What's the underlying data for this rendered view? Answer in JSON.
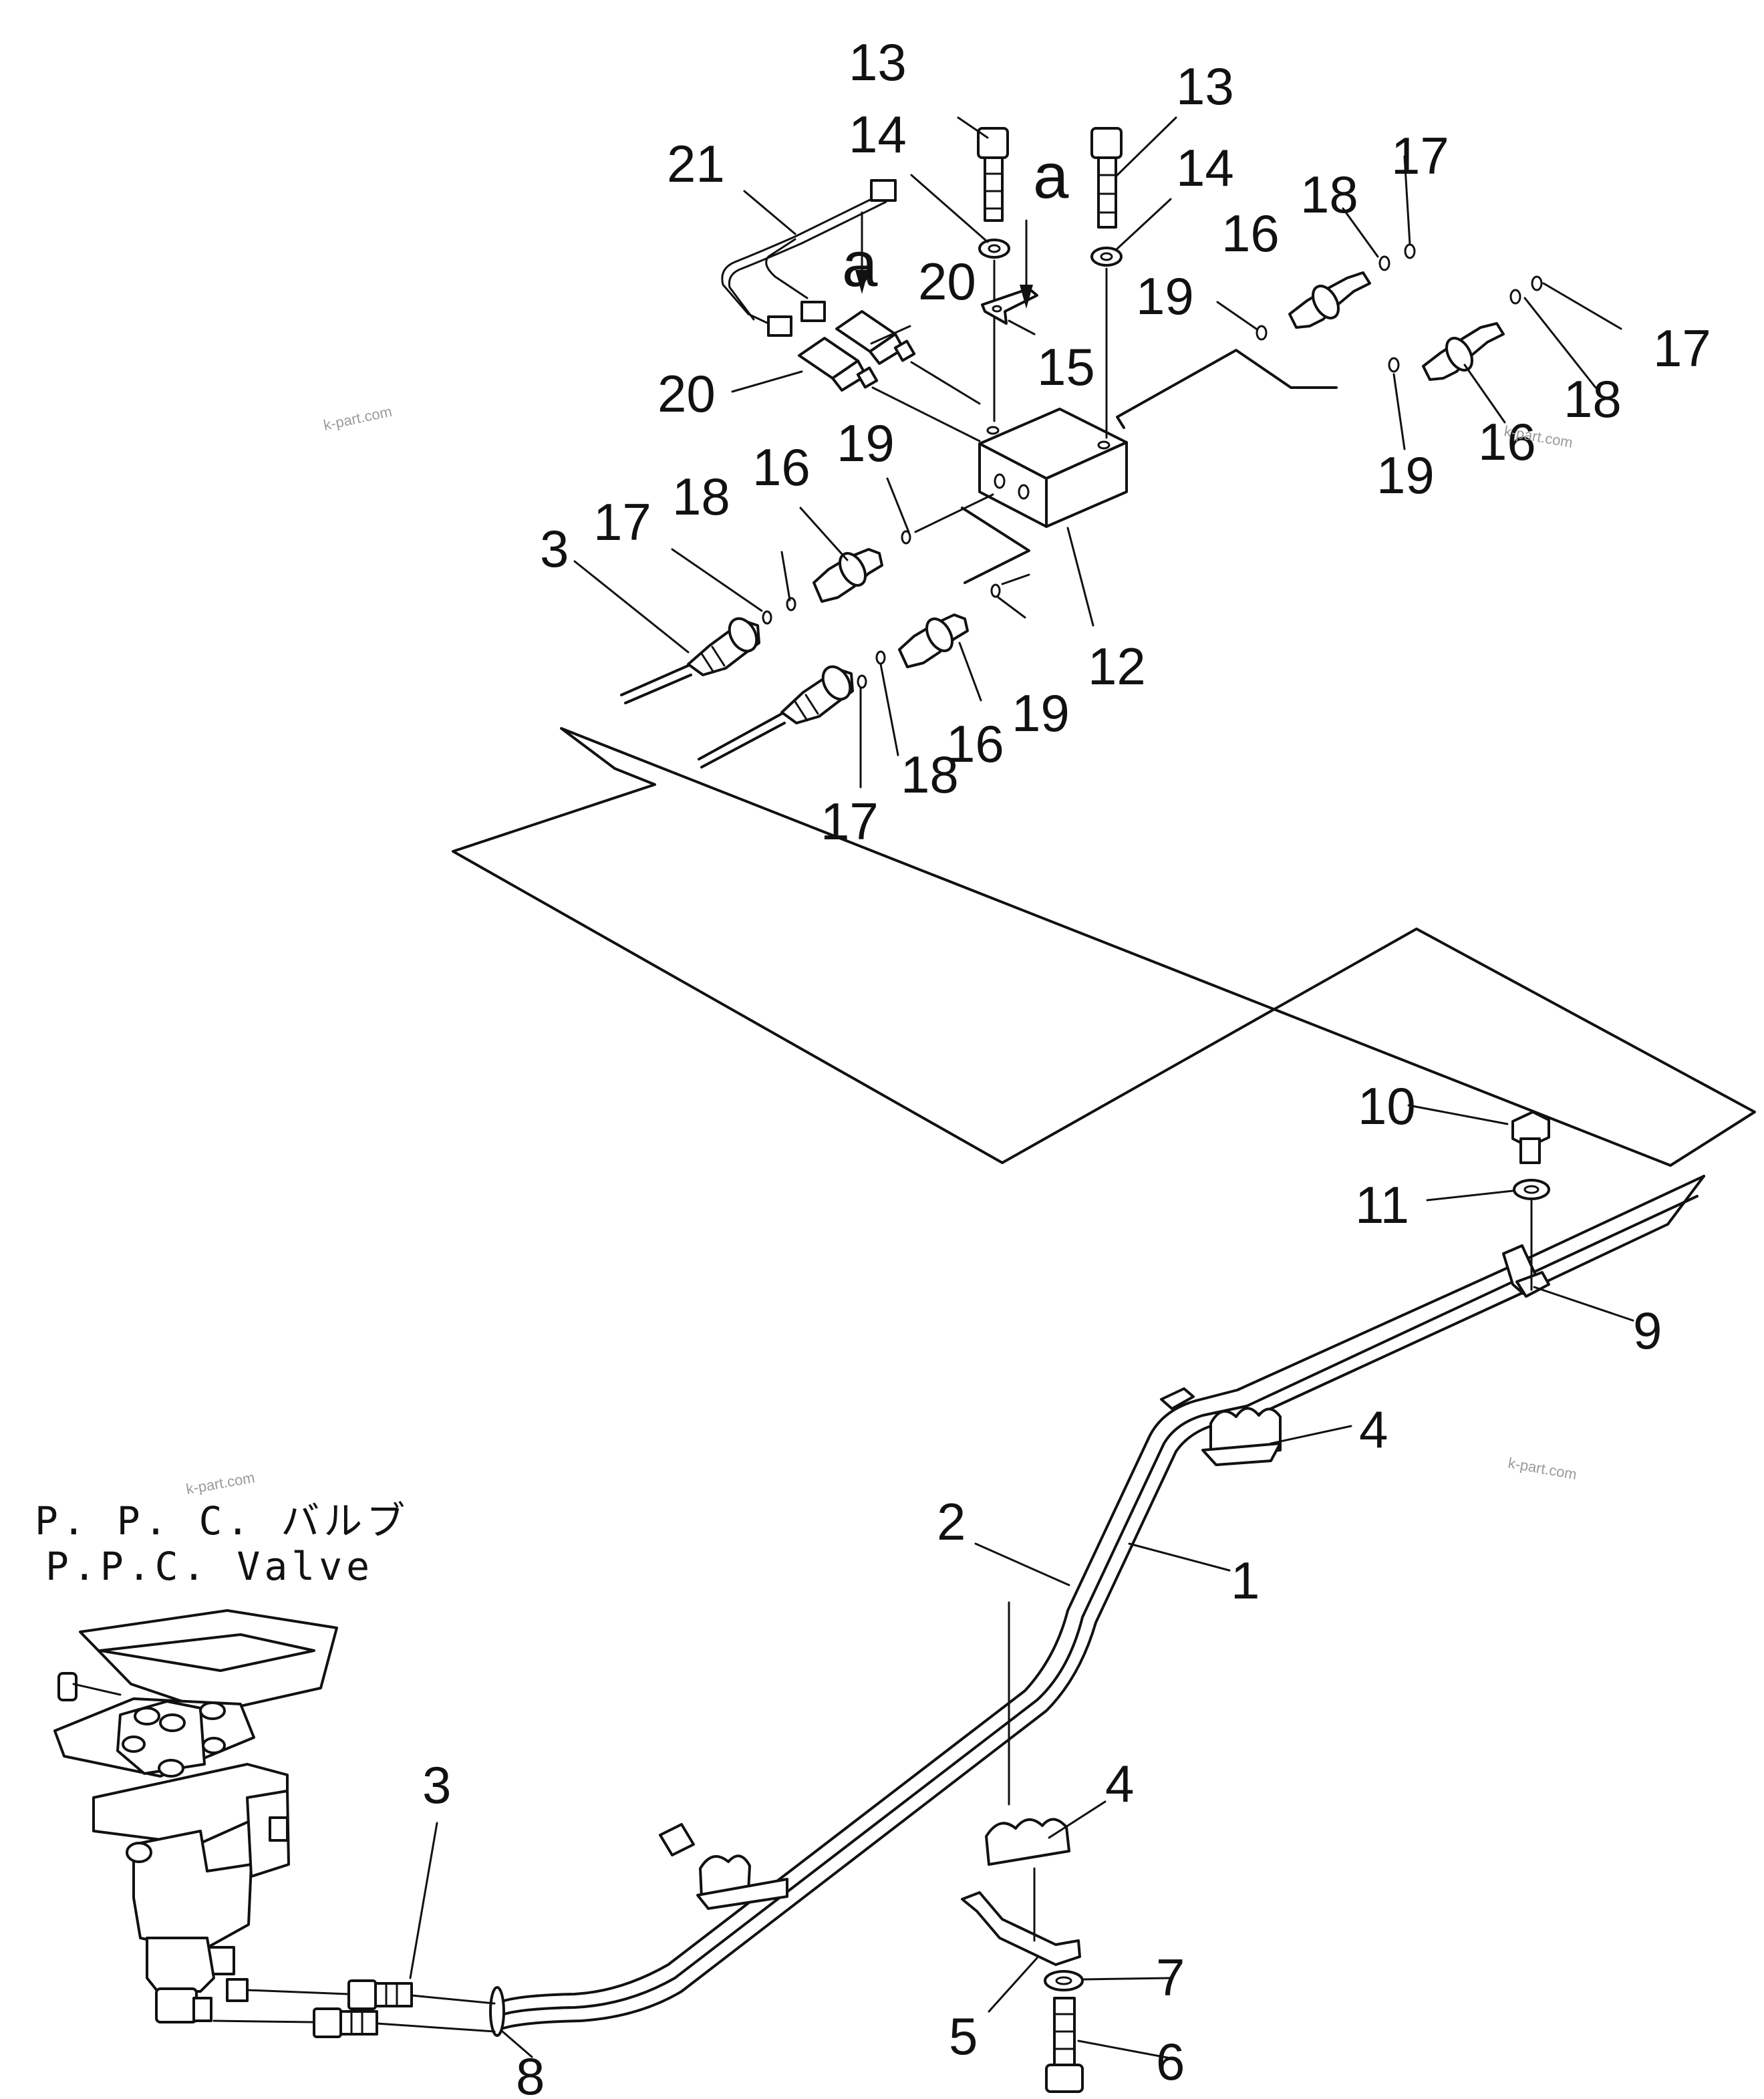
{
  "callouts": {
    "c1": "1",
    "c2": "2",
    "c3a": "3",
    "c3b": "3",
    "c4a": "4",
    "c4b": "4",
    "c5": "5",
    "c6": "6",
    "c7": "7",
    "c8": "8",
    "c9": "9",
    "c10": "10",
    "c11": "11",
    "c12": "12",
    "c13a": "13",
    "c13b": "13",
    "c14a": "14",
    "c14b": "14",
    "c15": "15",
    "c16a": "16",
    "c16b": "16",
    "c16c": "16",
    "c16d": "16",
    "c17a": "17",
    "c17b": "17",
    "c17c": "17",
    "c17d": "17",
    "c18a": "18",
    "c18b": "18",
    "c18c": "18",
    "c18d": "18",
    "c19a": "19",
    "c19b": "19",
    "c19c": "19",
    "c19d": "19",
    "c20a": "20",
    "c20b": "20",
    "c21": "21"
  },
  "view_markers": {
    "a1": "a",
    "a2": "a"
  },
  "caption": {
    "japanese": "P. P. C. バルブ",
    "english": "P.P.C. Valve"
  },
  "watermark": "k-part.com"
}
